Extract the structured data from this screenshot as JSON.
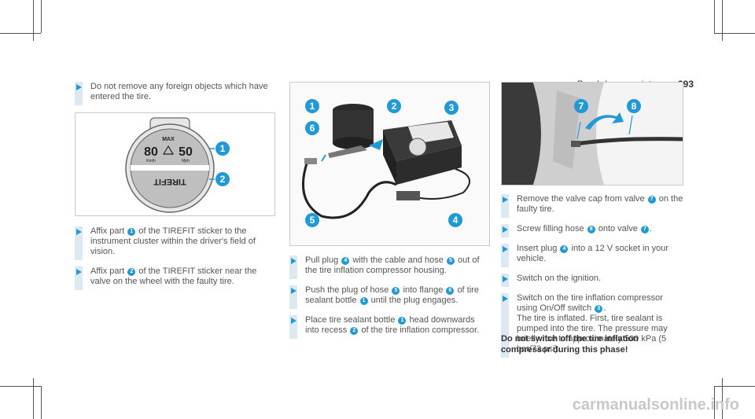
{
  "header": {
    "section": "Breakdown assistance",
    "page": "293"
  },
  "col1": {
    "step1": "Do not remove any foreign objects which have entered the tire.",
    "step2": {
      "a": "Affix part",
      "n": "1",
      "b": "of the TIREFIT sticker to the instrument cluster within the driver's field of vision."
    },
    "step3": {
      "a": "Affix part",
      "n": "2",
      "b": "of the TIREFIT sticker near the valve on the wheel with the faulty tire."
    }
  },
  "sticker": {
    "max": "MAX",
    "speed1": "80",
    "speed2": "50",
    "unit1": "Km/h",
    "unit2": "Mph",
    "brand": "TIREFIT",
    "c1": "1",
    "c2": "2"
  },
  "compressor": {
    "c1": "1",
    "c2": "2",
    "c3": "3",
    "c4": "4",
    "c5": "5",
    "c6": "6"
  },
  "col2": {
    "step1": {
      "a": "Pull plug",
      "n1": "4",
      "b": "with the cable and hose",
      "n2": "5",
      "c": "out of the tire inflation compressor housing."
    },
    "step2": {
      "a": "Push the plug of hose",
      "n1": "5",
      "b": "into flange",
      "n2": "6",
      "c": "of tire sealant bottle",
      "n3": "1",
      "d": "until the plug engages."
    },
    "step3": {
      "a": "Place tire sealant bottle",
      "n1": "1",
      "b": "head downwards into recess",
      "n2": "2",
      "c": "of the tire inflation compressor."
    }
  },
  "valve": {
    "c7": "7",
    "c8": "8"
  },
  "col3": {
    "step1": {
      "a": "Remove the valve cap from valve",
      "n": "7",
      "b": "on the faulty tire."
    },
    "step2": {
      "a": "Screw filling hose",
      "n1": "8",
      "b": "onto valve",
      "n2": "7",
      "c": "."
    },
    "step3": {
      "a": "Insert plug",
      "n": "4",
      "b": "into a 12 V socket in your vehicle."
    },
    "step4": "Switch on the ignition.",
    "step5": {
      "a": "Switch on the tire inflation compressor using On/Off switch",
      "n": "3",
      "b": ".",
      "c": "The tire is inflated. First, tire sealant is pumped into the tire. The pressure may briefly rise to approximately 500 kPa (5 bar/73 psi)."
    },
    "warning": "Do not switch off the tire inflation compressor during this phase!"
  },
  "watermark": "carmanualsonline.info",
  "colors": {
    "accent": "#1f9ad6",
    "bar": "#dde9f2",
    "figure_border": "#c9c9c9"
  }
}
